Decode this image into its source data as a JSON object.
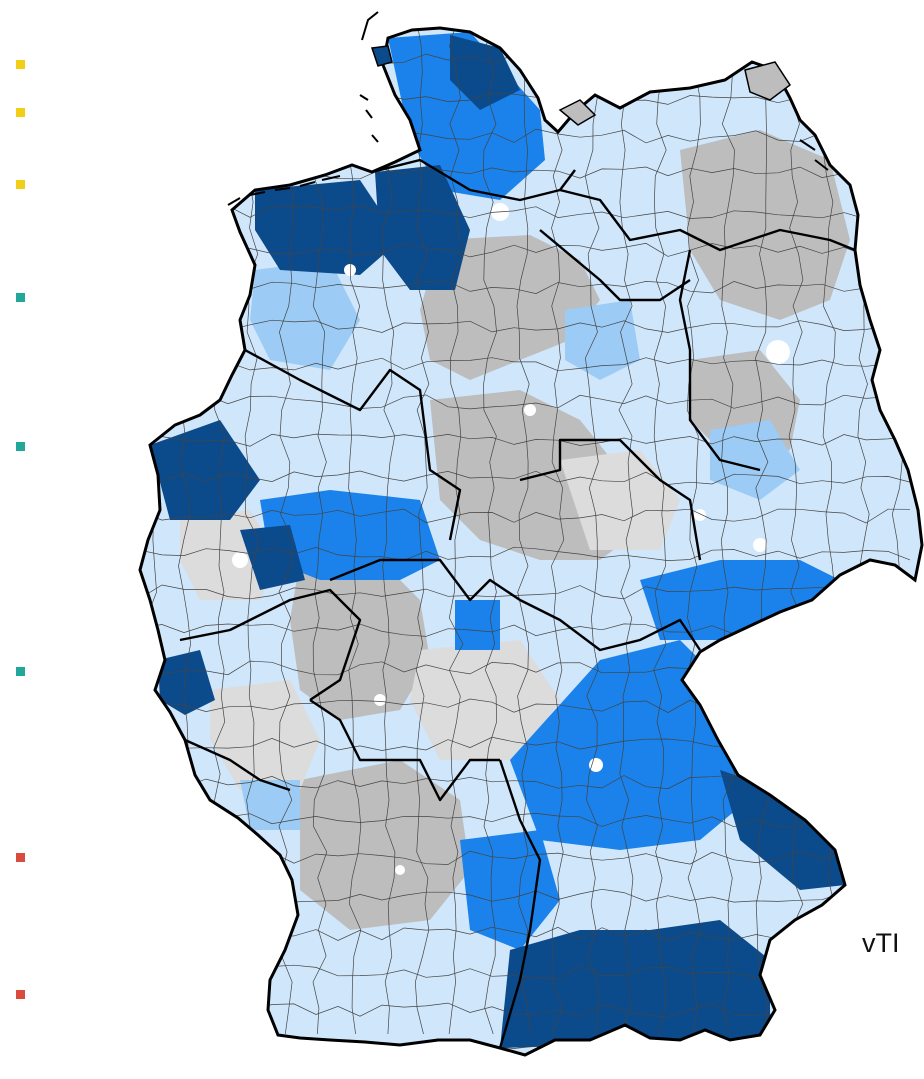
{
  "credit": "vTI",
  "colors": {
    "outline": "#000000",
    "county_border": "#333333",
    "classes": [
      "#ffffff",
      "#dcdcdc",
      "#bdbdbd",
      "#cfe6fb",
      "#9cccf5",
      "#1a82ea",
      "#0b4a8b"
    ],
    "legend": [
      "#f2cf17",
      "#f2cf17",
      "#f2cf17",
      "#21a89b",
      "#21a89b",
      "#21a89b",
      "#d94b3f",
      "#d94b3f"
    ]
  },
  "legend": {
    "markers": [
      {
        "name": "legend-marker-1",
        "color": "#f2cf17"
      },
      {
        "name": "legend-marker-2",
        "color": "#f2cf17"
      },
      {
        "name": "legend-marker-3",
        "color": "#f2cf17"
      },
      {
        "name": "legend-marker-4",
        "color": "#21a89b"
      },
      {
        "name": "legend-marker-5",
        "color": "#21a89b"
      },
      {
        "name": "legend-marker-6",
        "color": "#21a89b"
      },
      {
        "name": "legend-marker-7",
        "color": "#d94b3f"
      },
      {
        "name": "legend-marker-8",
        "color": "#d94b3f"
      }
    ]
  }
}
